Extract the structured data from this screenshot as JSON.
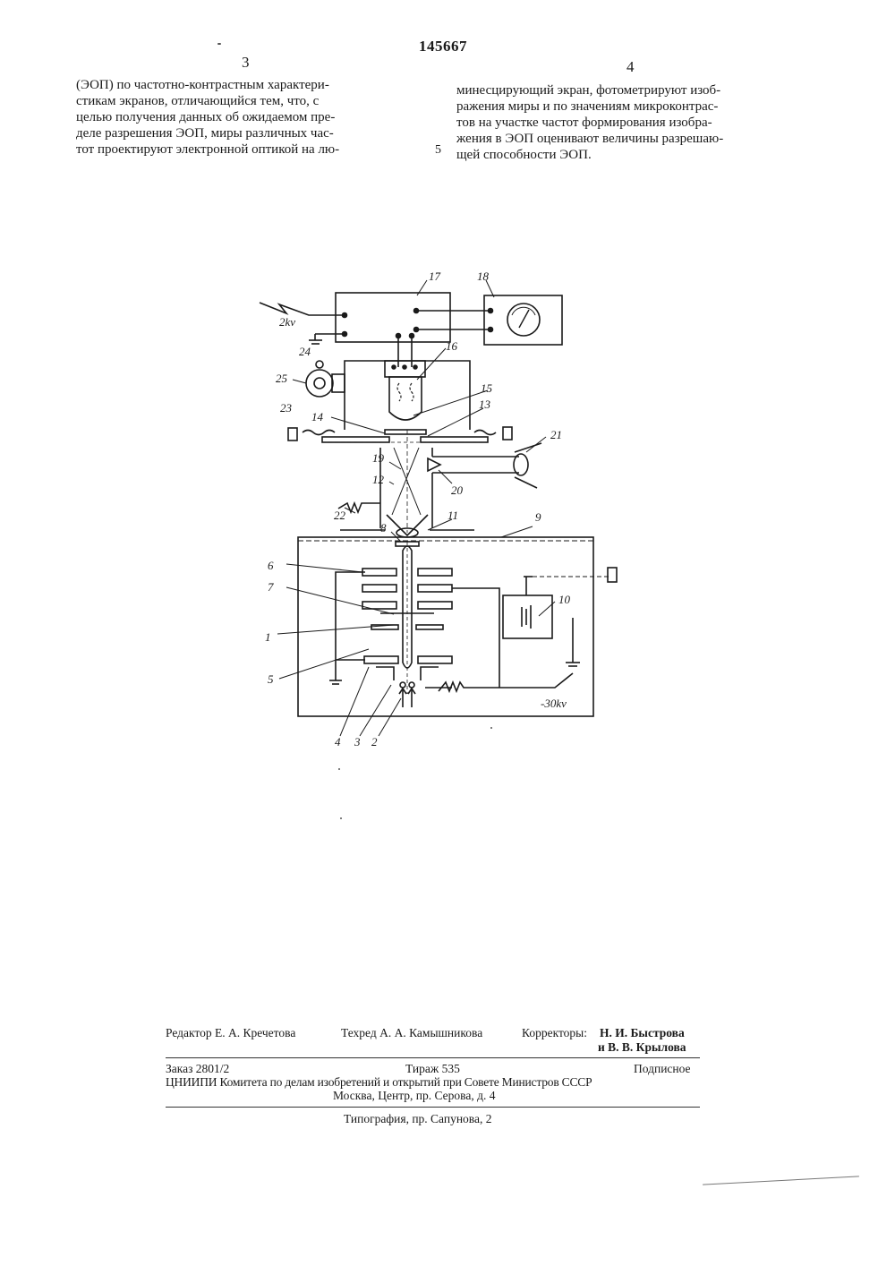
{
  "header": {
    "patent_number": "145667",
    "left_column_number": "3",
    "right_column_number": "4",
    "line_marker": "5"
  },
  "left_column": {
    "lines": [
      "(ЭОП) по частотно-контрастным характери-",
      "стикам экранов, отличающийся тем, что, с",
      "целью получения данных об ожидаемом пре-",
      "деле разрешения ЭОП, миры различных час-",
      "тот проектируют электронной оптикой на лю-"
    ]
  },
  "right_column": {
    "lines": [
      "минесцирующий экран, фотометрируют изоб-",
      "ражения миры и по значениям микроконтрас-",
      "тов на участке частот формирования изобра-",
      "жения в ЭОП оценивают величины разрешаю-",
      "щей способности ЭОП."
    ]
  },
  "figure": {
    "labels": {
      "n1": "1",
      "n2": "2",
      "n3": "3",
      "n4": "4",
      "n5": "5",
      "n6": "6",
      "n7": "7",
      "n8": "8",
      "n9": "9",
      "n10": "10",
      "n11": "11",
      "n12": "12",
      "n13": "13",
      "n14": "14",
      "n15": "15",
      "n16": "16",
      "n17": "17",
      "n18": "18",
      "n19": "19",
      "n20": "20",
      "n21": "21",
      "n22": "22",
      "n23": "23",
      "n24": "24",
      "n25": "25"
    },
    "voltage_top": "2kv",
    "voltage_bottom": "-30kv"
  },
  "imprint": {
    "editor": "Редактор Е. А. Кречетова",
    "tech_editor": "Техред А. А. Камышникова",
    "proofreaders_label": "Корректоры:",
    "proofreader_1": "Н. И. Быстрова",
    "proofreader_2": "и В. В. Крылова",
    "order": "Заказ 2801/2",
    "print_run": "Тираж 535",
    "subscription": "Подписное",
    "publisher": "ЦНИИПИ Комитета по делам изобретений и открытий при Совете Министров СССР",
    "address": "Москва, Центр, пр. Серова, д. 4",
    "printing_house": "Типография, пр. Сапунова, 2"
  },
  "colors": {
    "ink": "#1a1a1a",
    "paper": "#ffffff"
  }
}
